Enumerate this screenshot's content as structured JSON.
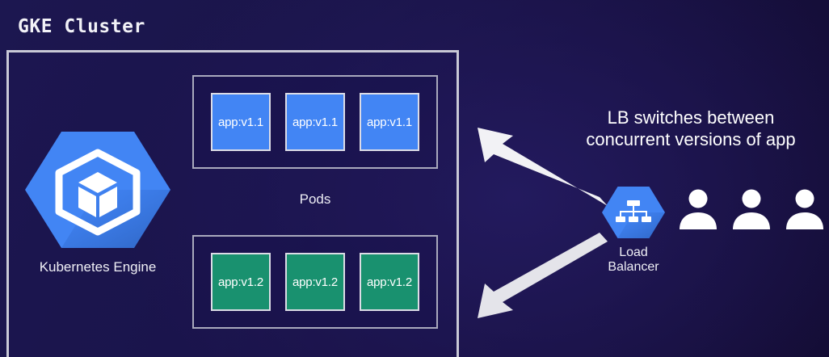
{
  "diagram": {
    "title": "GKE Cluster",
    "cluster": {
      "engine": {
        "icon": "kubernetes-engine-hexagon-icon",
        "label": "Kubernetes Engine",
        "hex_color": "#4285f4"
      },
      "pods_label": "Pods",
      "pod_groups": [
        {
          "version": "v1.1",
          "color": "#4285f4",
          "pods": [
            {
              "label": "app:v1.1"
            },
            {
              "label": "app:v1.1"
            },
            {
              "label": "app:v1.1"
            }
          ]
        },
        {
          "version": "v1.2",
          "color": "#19916f",
          "pods": [
            {
              "label": "app:v1.2"
            },
            {
              "label": "app:v1.2"
            },
            {
              "label": "app:v1.2"
            }
          ]
        }
      ]
    },
    "load_balancer": {
      "icon": "load-balancer-hexagon-icon",
      "label_line_1": "Load",
      "label_line_2": "Balancer",
      "hex_color": "#4285f4"
    },
    "users": [
      {
        "icon": "user-icon"
      },
      {
        "icon": "user-icon"
      },
      {
        "icon": "user-icon"
      }
    ],
    "caption": {
      "line_1": "LB switches between",
      "line_2": "concurrent versions of app"
    },
    "arrows": [
      {
        "name": "arrow-lb-to-v11",
        "direction": "up-left",
        "color": "#ffffff"
      },
      {
        "name": "arrow-lb-to-v12",
        "direction": "down-left",
        "color": "#e9e9ee"
      }
    ],
    "colors": {
      "background": "#1a1449",
      "border": "#c9c9d6",
      "text": "#ffffff"
    }
  }
}
